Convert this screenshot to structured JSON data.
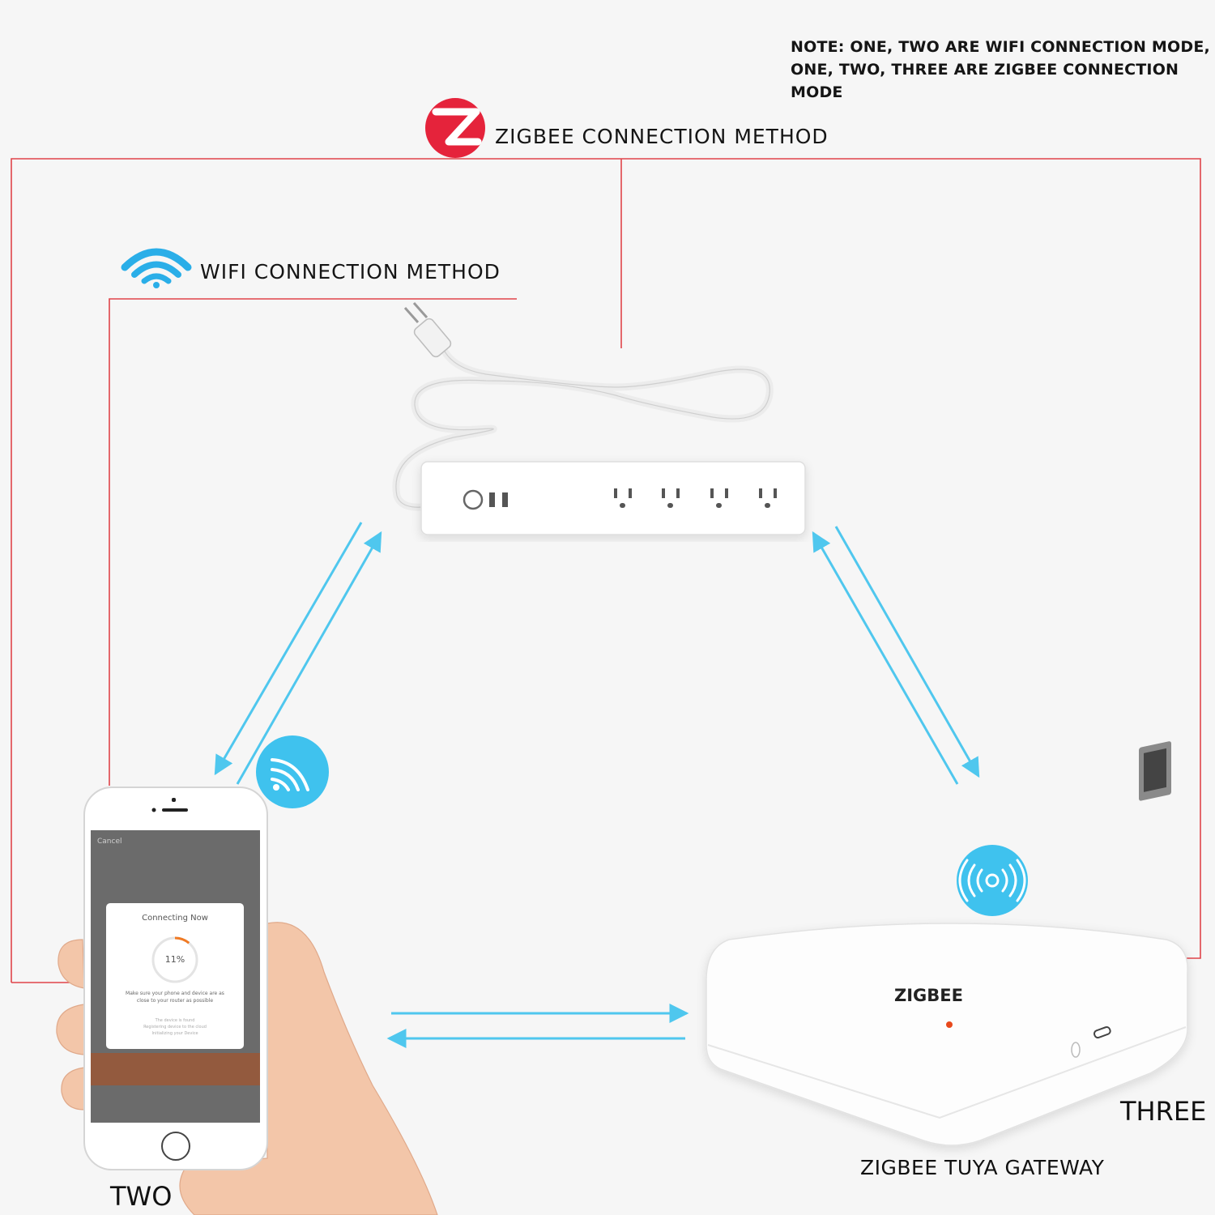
{
  "note": {
    "line1": "NOTE: ONE, TWO ARE WIFI CONNECTION MODE,",
    "line2": "ONE, TWO, THREE ARE ZIGBEE CONNECTION MODE"
  },
  "zigbee_method": {
    "label": "ZIGBEE CONNECTION METHOD",
    "icon": "zigbee-logo-icon"
  },
  "wifi_method": {
    "label": "WIFI CONNECTION METHOD",
    "icon": "wifi-icon"
  },
  "phone": {
    "cancel": "Cancel",
    "dialog_title": "Connecting Now",
    "progress_text": "11%",
    "progress_fraction": 0.11,
    "hint": "Make sure your phone and device are as close to your router as possible",
    "steps": [
      "The device is found",
      "Registering device to the cloud",
      "Initializing your Device"
    ]
  },
  "labels": {
    "two": "TWO",
    "three": "THREE",
    "gateway": "ZIGBEE TUYA GATEWAY",
    "gateway_brand": "ZIGBEE"
  },
  "colors": {
    "connector": "#e0444a",
    "arrow": "#4fc7ee",
    "badge": "#3fc2ee",
    "zigbee_red": "#e5233b"
  }
}
